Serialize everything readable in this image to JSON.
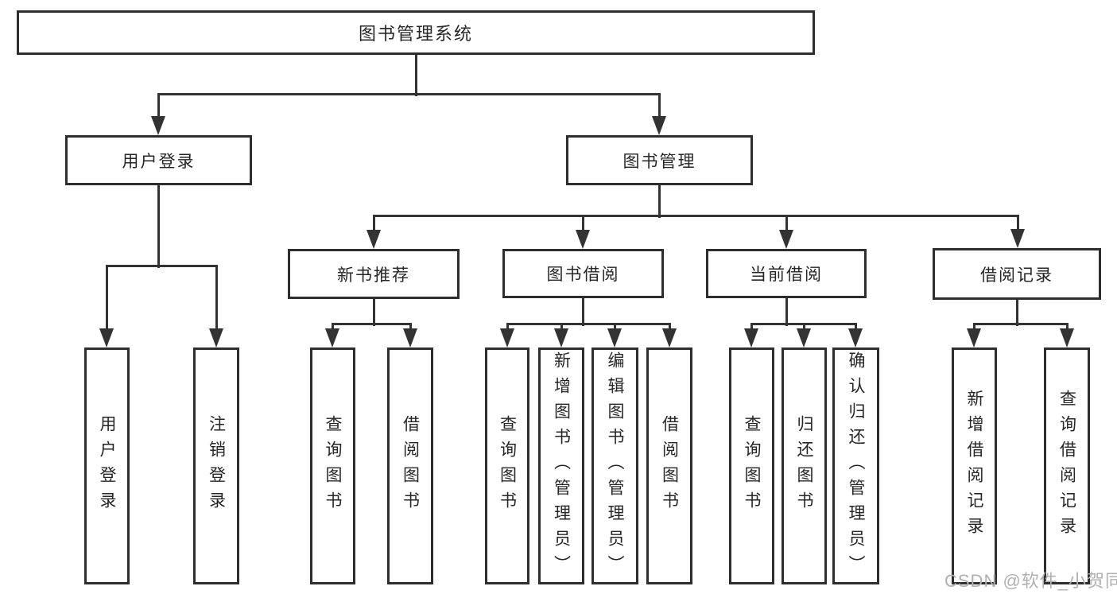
{
  "tree": {
    "label": "图书管理系统",
    "children": [
      {
        "label": "用户登录",
        "children": [
          {
            "label": "用户登录"
          },
          {
            "label": "注销登录"
          }
        ]
      },
      {
        "label": "图书管理",
        "children": [
          {
            "label": "新书推荐",
            "children": [
              {
                "label": "查询图书"
              },
              {
                "label": "借阅图书"
              }
            ]
          },
          {
            "label": "图书借阅",
            "children": [
              {
                "label": "查询图书"
              },
              {
                "label": "新增图书（管理员）"
              },
              {
                "label": "编辑图书（管理员）"
              },
              {
                "label": "借阅图书"
              }
            ]
          },
          {
            "label": "当前借阅",
            "children": [
              {
                "label": "查询图书"
              },
              {
                "label": "归还图书"
              },
              {
                "label": "确认归还（管理员）"
              }
            ]
          },
          {
            "label": "借阅记录",
            "children": [
              {
                "label": "新增借阅记录"
              },
              {
                "label": "查询借阅记录"
              }
            ]
          }
        ]
      }
    ]
  },
  "watermark": "CSDN @软件_小贺同学",
  "colors": {
    "line": "#333333",
    "border": "#2e2e2e",
    "text": "#262626",
    "watermark": "#b0b0b0",
    "background": "#ffffff"
  }
}
